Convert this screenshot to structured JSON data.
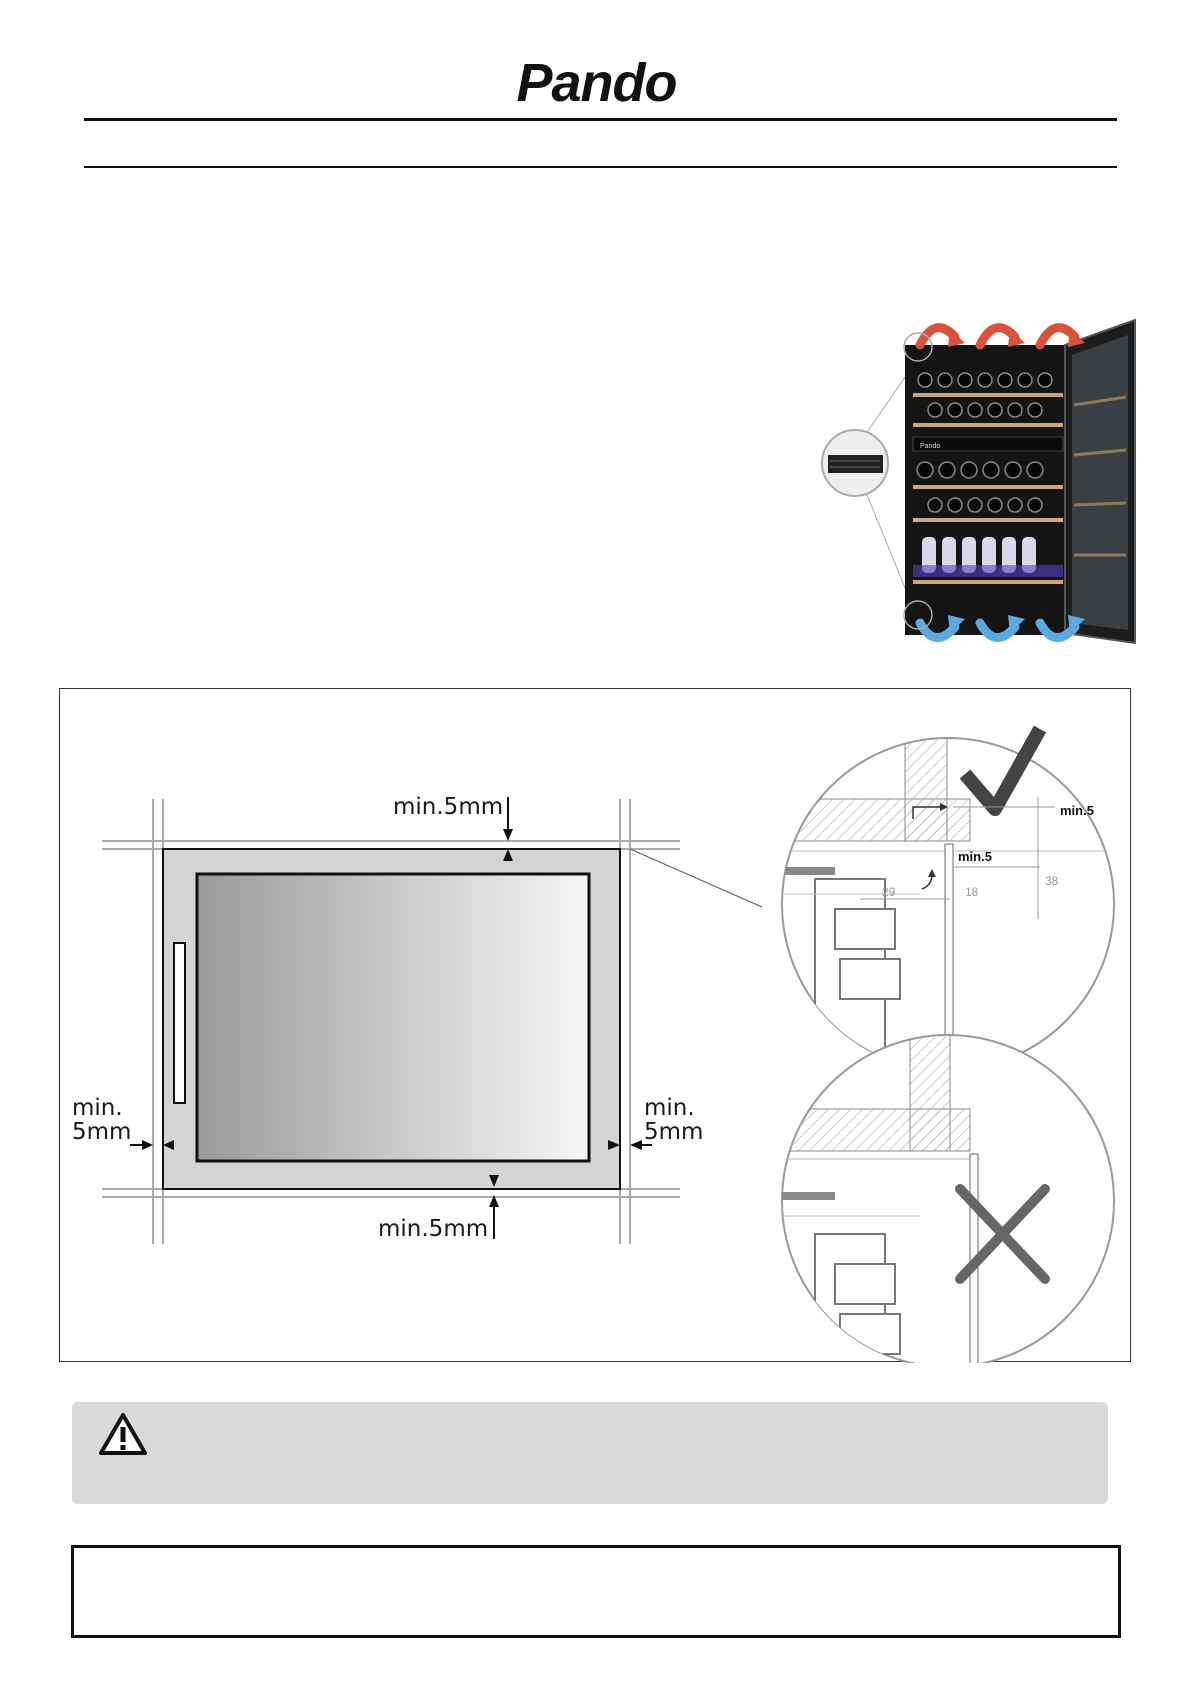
{
  "header": {
    "brand": "Pando"
  },
  "diagram": {
    "top_label": "min.5mm",
    "bottom_label": "min.5mm",
    "left_label_line1": "min.",
    "left_label_line2": "5mm",
    "right_label_line1": "min.",
    "right_label_line2": "5mm",
    "detail_correct": {
      "label_top": "min.5",
      "label_inner": "min.5",
      "dim_29": "29",
      "dim_18": "18",
      "dim_38": "38"
    }
  },
  "product_panel": {
    "brand_on_panel": "Pando"
  },
  "colors": {
    "hot_air": "#d9533a",
    "cold_air": "#5aa9e0",
    "warning_bg": "#d9d9d9"
  }
}
